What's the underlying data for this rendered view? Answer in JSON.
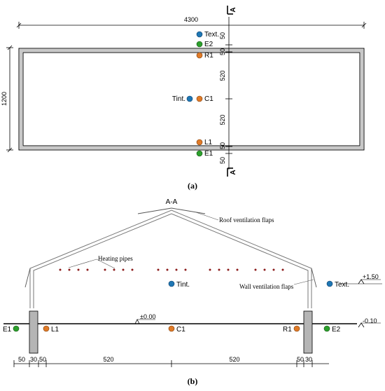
{
  "colors": {
    "blue": "#1f77b4",
    "green": "#2ca02c",
    "orange": "#e07b28",
    "pipe": "#8b1a1a",
    "wall": "#888888",
    "post": "#b5b5b5"
  },
  "plan": {
    "dim_length": "4300",
    "dim_width": "1200",
    "section_mark_top": "A",
    "section_mark_bottom": "A",
    "vdims": [
      "50",
      "50",
      "520",
      "520",
      "50",
      "50"
    ],
    "sensors": [
      {
        "label": "Text.",
        "color": "blue"
      },
      {
        "label": "E2",
        "color": "green"
      },
      {
        "label": "R1",
        "color": "orange"
      },
      {
        "label": "Tint.",
        "color": "blue"
      },
      {
        "label": "C1",
        "color": "orange"
      },
      {
        "label": "L1",
        "color": "orange"
      },
      {
        "label": "E1",
        "color": "green"
      }
    ],
    "caption": "(a)"
  },
  "section": {
    "title": "A-A",
    "roof_flaps_label": "Roof ventilation flaps",
    "heating_pipes_label": "Heating pipes",
    "wall_flaps_label": "Wall ventilation flaps",
    "level_zero": "±0.00",
    "level_high": "+1.50",
    "level_low": "-0.10",
    "sensors": [
      {
        "label": "Tint.",
        "color": "blue"
      },
      {
        "label": "Text.",
        "color": "blue"
      },
      {
        "label": "E1",
        "color": "green"
      },
      {
        "label": "L1",
        "color": "orange"
      },
      {
        "label": "C1",
        "color": "orange"
      },
      {
        "label": "R1",
        "color": "orange"
      },
      {
        "label": "E2",
        "color": "green"
      }
    ],
    "hdims": [
      "50",
      "30",
      "50",
      "520",
      "520",
      "50",
      "30"
    ],
    "caption": "(b)"
  }
}
